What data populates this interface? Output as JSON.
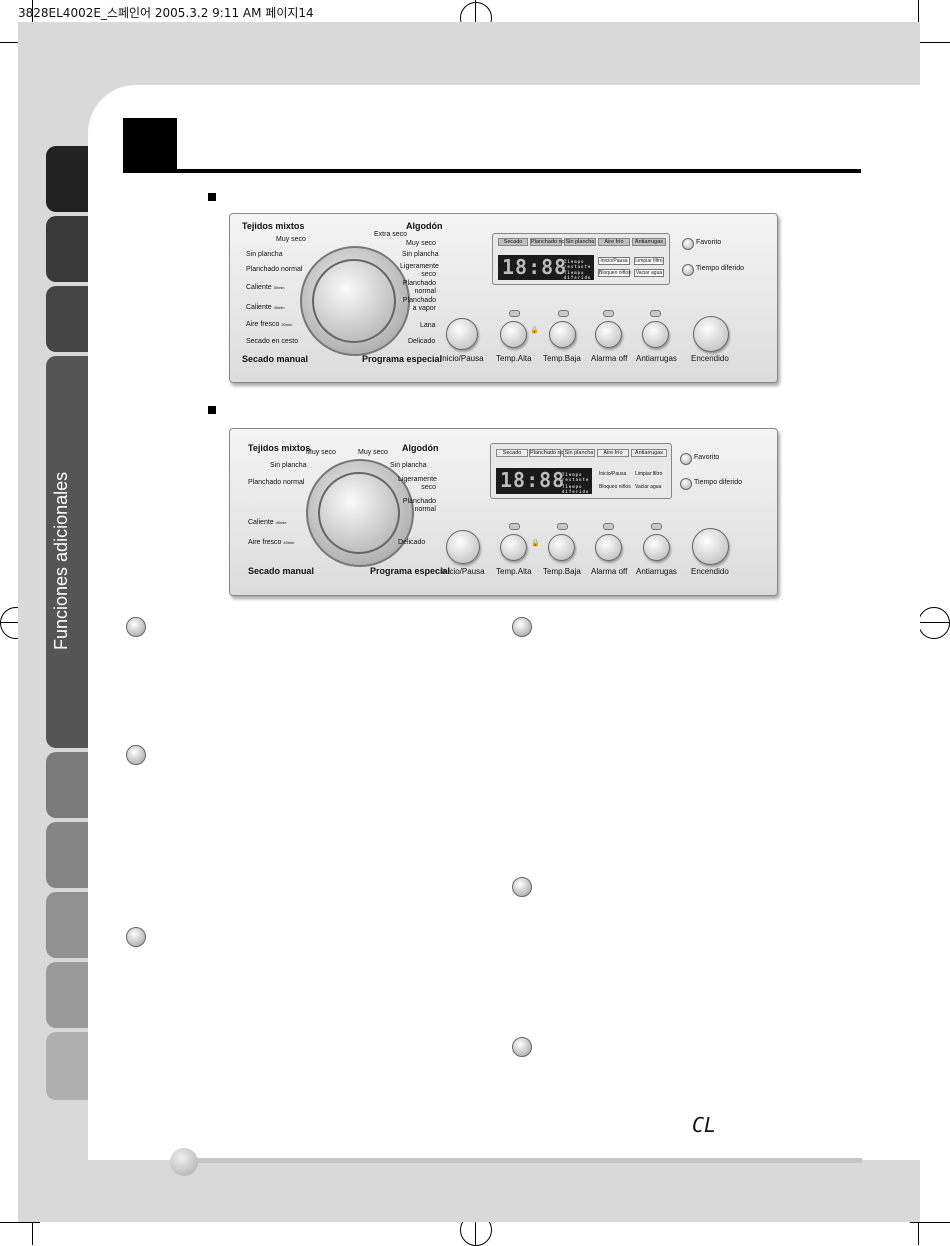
{
  "header": {
    "print_line": "3828EL4002E_스페인어  2005.3.2 9:11 AM 페이지14"
  },
  "sidebar": {
    "section_title": "Funciones adicionales"
  },
  "panel_a": {
    "left_group": "Tejidos mixtos",
    "left_items": [
      "Muy seco",
      "Sin plancha",
      "Planchado normal"
    ],
    "manual_items": [
      "Caliente",
      "Caliente",
      "Aire fresco",
      "Secado en cesto"
    ],
    "manual_suffix": [
      "30min",
      "40min",
      "30min"
    ],
    "manual_group": "Secado manual",
    "right_group": "Algodón",
    "right_items": [
      "Extra seco",
      "Muy seco",
      "Sin plancha",
      "Ligeramente seco",
      "Planchado normal",
      "Planchado a vapor",
      "Lana",
      "Delicado"
    ],
    "special_group": "Programa especial",
    "lcd_tabs": [
      "Secado",
      "Planchado normal",
      "Sin plancha",
      "Aire frío",
      "Antiarrugas"
    ],
    "lcd_digits": "18:88",
    "lcd_sub": [
      "Tiempo restante",
      "Tiempo diferido"
    ],
    "lcd_boxes": [
      "Inicio/Pausa",
      "Bloqueo niños",
      "Limpiar filtro",
      "Vaciar agua"
    ],
    "round_buttons": [
      "Favorito",
      "Tiempo diferido"
    ],
    "buttons": [
      "Inicio/Pausa",
      "Temp.Alta",
      "Temp.Baja",
      "Alarma off",
      "Antiarrugas",
      "Encendido"
    ]
  },
  "panel_b": {
    "left_group": "Tejidos mixtos",
    "left_items": [
      "Muy seco",
      "Sin plancha",
      "Planchado normal"
    ],
    "manual_items": [
      "Caliente",
      "Aire fresco"
    ],
    "manual_suffix": [
      "40min",
      "40min"
    ],
    "manual_group": "Secado manual",
    "right_group": "Algodón",
    "right_items": [
      "Muy seco",
      "Sin plancha",
      "Ligeramente seco",
      "Planchado normal",
      "Delicado"
    ],
    "special_group": "Programa especial",
    "lcd_tabs": [
      "Secado",
      "Planchado normal",
      "Sin plancha",
      "Aire frío",
      "Antiarrugas"
    ],
    "lcd_digits": "18:88",
    "lcd_sub": [
      "Tiempo restante",
      "Tiempo diferido"
    ],
    "lcd_boxes": [
      "Inicio/Pausa",
      "Bloqueo niños",
      "Limpiar filtro",
      "Vaciar agua"
    ],
    "round_buttons": [
      "Favorito",
      "Tiempo diferido"
    ],
    "buttons": [
      "Inicio/Pausa",
      "Temp.Alta",
      "Temp.Baja",
      "Alarma off",
      "Antiarrugas",
      "Encendido"
    ]
  },
  "error_code": "CL",
  "colors": {
    "page_gray": "#d9d9d9",
    "tab_dark": "#3f3f3f",
    "tab_mid": "#555555",
    "tab_light": "#8a8a8a"
  }
}
